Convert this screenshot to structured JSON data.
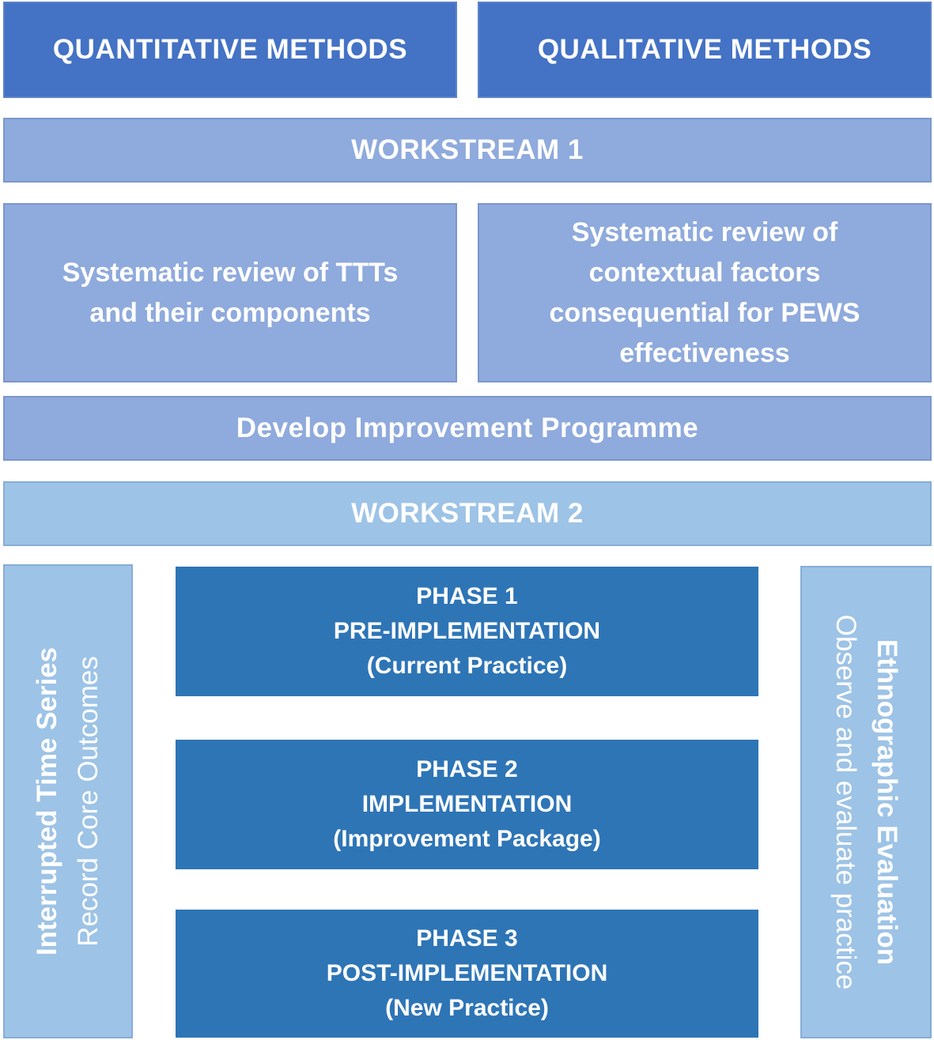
{
  "header": {
    "left": "QUANTITATIVE METHODS",
    "right": "QUALITATIVE METHODS"
  },
  "workstream1": {
    "title": "WORKSTREAM 1",
    "left_box": [
      "Systematic review of TTTs",
      "and their components"
    ],
    "right_box": [
      "Systematic review of",
      "contextual factors",
      "consequential for PEWS",
      "effectiveness"
    ],
    "develop": "Develop Improvement Programme"
  },
  "workstream2": {
    "title": "WORKSTREAM 2",
    "left_side": {
      "title": "Interrupted Time Series",
      "subtitle": "Record Core Outcomes"
    },
    "right_side": {
      "title": "Ethnographic Evaluation",
      "subtitle": "Observe and evaluate practice"
    },
    "phases": [
      {
        "number": "PHASE 1",
        "name": "PRE-IMPLEMENTATION",
        "detail": "(Current Practice)"
      },
      {
        "number": "PHASE 2",
        "name": "IMPLEMENTATION",
        "detail": "(Improvement Package)"
      },
      {
        "number": "PHASE 3",
        "name": "POST-IMPLEMENTATION",
        "detail": "(New Practice)"
      }
    ]
  },
  "colors": {
    "dark_blue": "#4472c4",
    "mid_blue": "#8faadc",
    "light_blue": "#9dc3e6",
    "phase_blue": "#2e75b6",
    "text": "#ffffff"
  }
}
